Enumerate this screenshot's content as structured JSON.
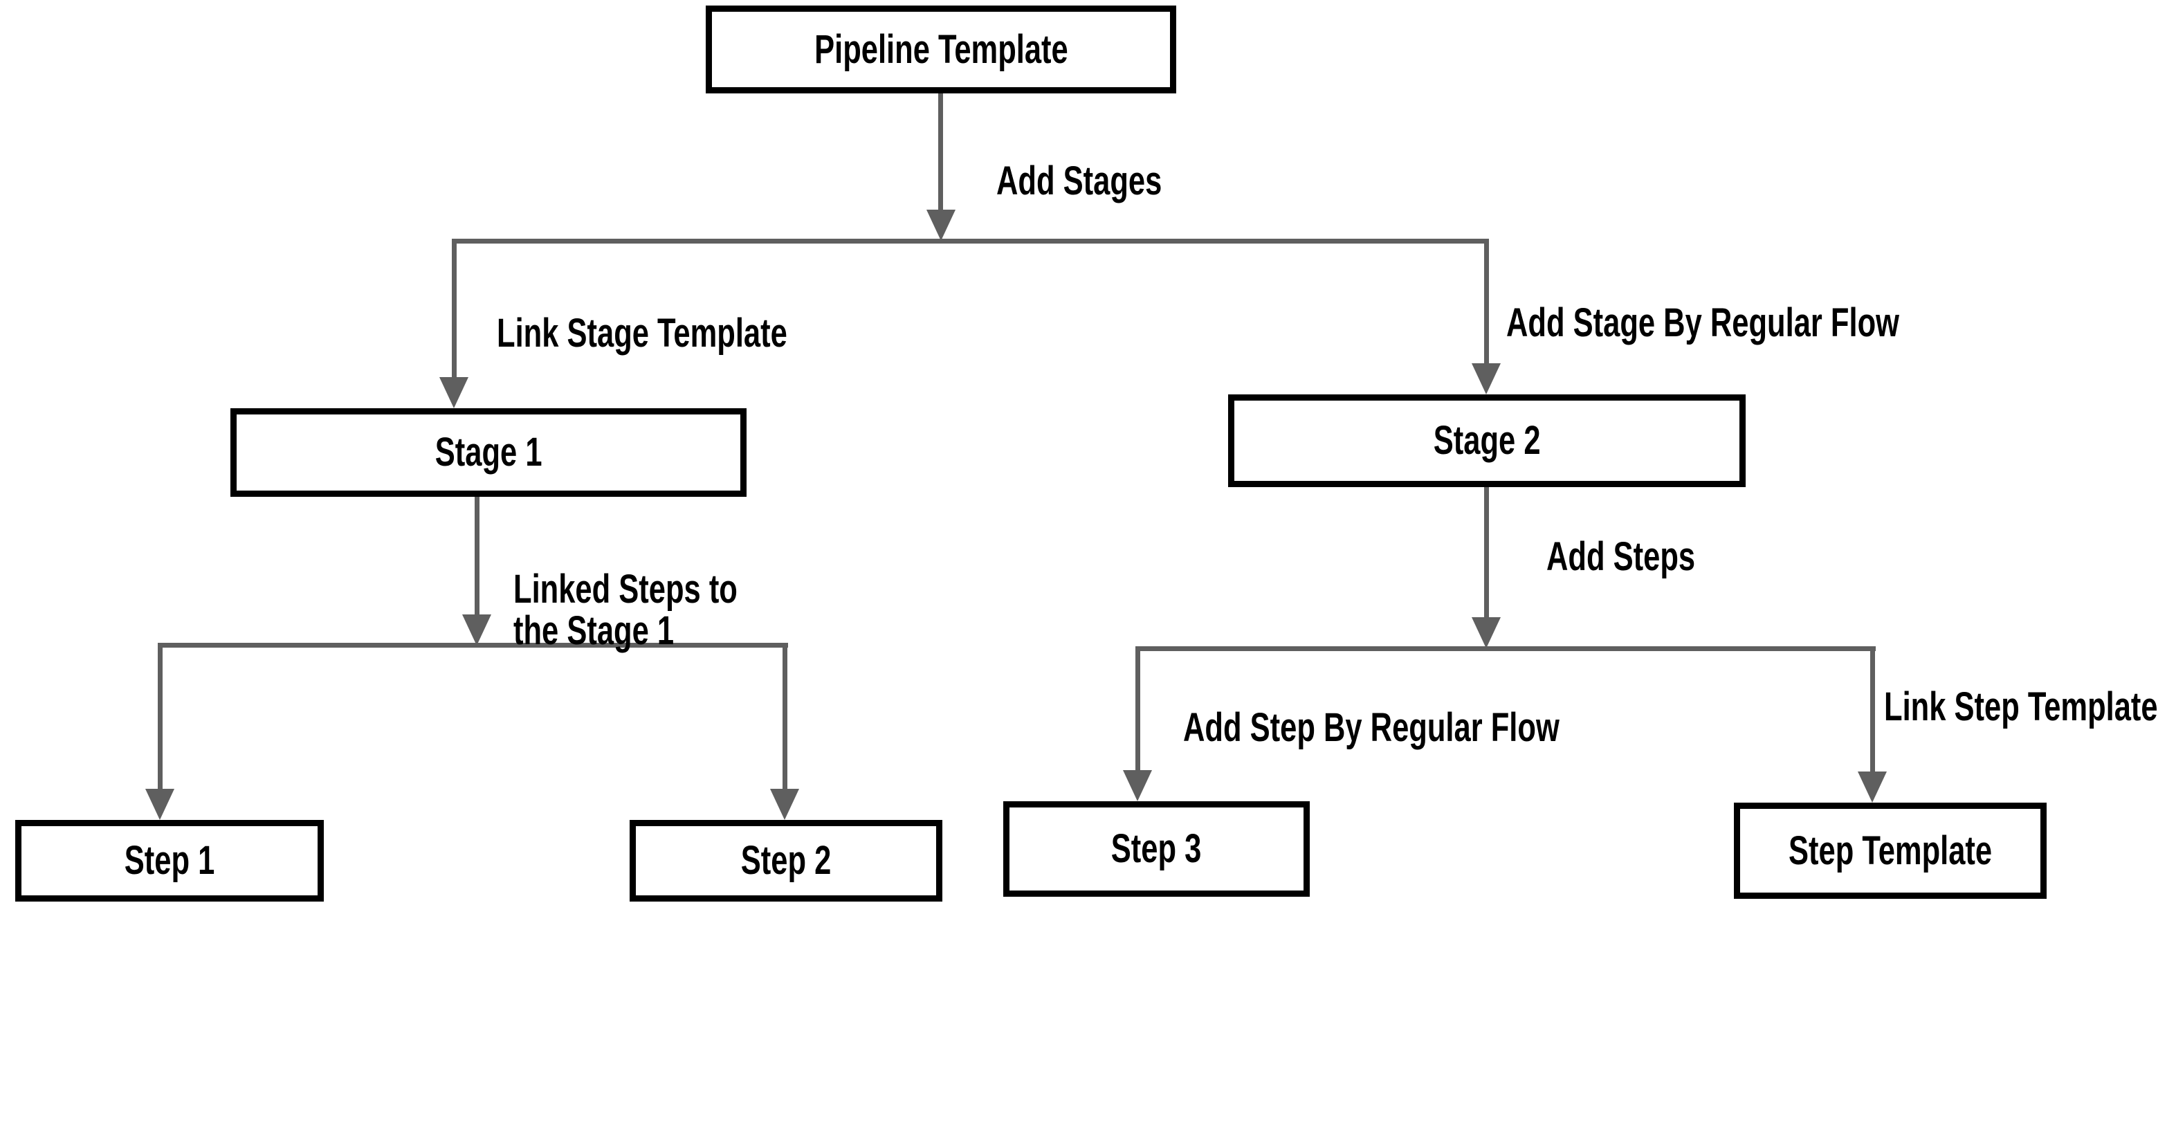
{
  "diagram": {
    "type": "flowchart",
    "title": "Pipeline Template flow",
    "colors": {
      "connector": "#5f5f5f",
      "node_border": "#000000",
      "node_fill": "#ffffff",
      "text": "#000000",
      "background": "#ffffff"
    },
    "nodes": {
      "pipeline_template": {
        "label": "Pipeline Template"
      },
      "stage_1": {
        "label": "Stage 1"
      },
      "stage_2": {
        "label": "Stage 2"
      },
      "step_1": {
        "label": "Step 1"
      },
      "step_2": {
        "label": "Step 2"
      },
      "step_3": {
        "label": "Step 3"
      },
      "step_template": {
        "label": "Step Template"
      }
    },
    "connectors": {
      "add_stages": {
        "label": "Add Stages",
        "from": "pipeline_template",
        "to": "stage_1 / stage_2"
      },
      "link_stage_template": {
        "label": "Link Stage Template",
        "from": "pipeline_template",
        "to": "stage_1"
      },
      "add_stage_by_regular_flow": {
        "label": "Add Stage By Regular Flow",
        "from": "pipeline_template",
        "to": "stage_2"
      },
      "linked_steps_to_stage_1": {
        "label_line1": "Linked Steps to",
        "label_line2": "the Stage 1",
        "from": "stage_1",
        "to": "step_1 / step_2"
      },
      "add_steps": {
        "label": "Add Steps",
        "from": "stage_2",
        "to": "step_3 / step_template"
      },
      "add_step_by_regular_flow": {
        "label": "Add Step By Regular Flow",
        "from": "stage_2",
        "to": "step_3"
      },
      "link_step_template": {
        "label": "Link Step Template",
        "from": "stage_2",
        "to": "step_template"
      }
    }
  }
}
